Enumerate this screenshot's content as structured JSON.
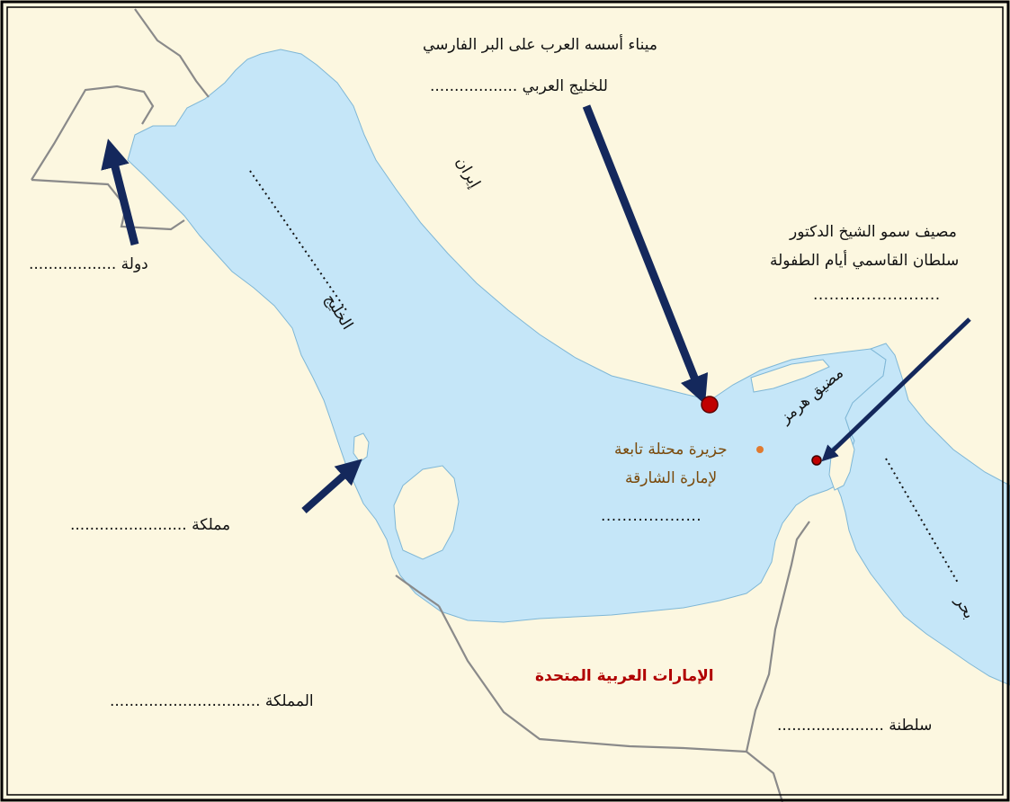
{
  "map": {
    "labels": {
      "port_line1": "ميناء أسسه العرب على البر الفارسي",
      "port_line2": "للخليج العربي ..................",
      "iran": "إيران",
      "gulf_name": "الخليج",
      "country_kuwait": "دولة ..................",
      "kingdom_bahrain": "مملكة ........................",
      "retreat_line1": "مصيف سمو الشيخ الدكتور",
      "retreat_line2": "سلطان القاسمي أيام الطفولة",
      "retreat_line3": "........................",
      "hormuz": "مضيق هرمز",
      "island_line1": "جزيرة محتلة تابعة",
      "island_line2": "لإمارة الشارقة",
      "island_line3": "...................",
      "uae": "الإمارات العربية المتحدة",
      "kingdom_saudi": "المملكة ...............................",
      "sultanate_oman": "سلطنة ......................",
      "sea": "بحر"
    },
    "colors": {
      "water": "#c5e6f8",
      "land": "#fcf7e0",
      "border": "#8a8a8a",
      "arrow": "#14285c",
      "marker": "#c00000",
      "island_label": "#7a4a0c",
      "uae_label": "#b00000"
    }
  }
}
